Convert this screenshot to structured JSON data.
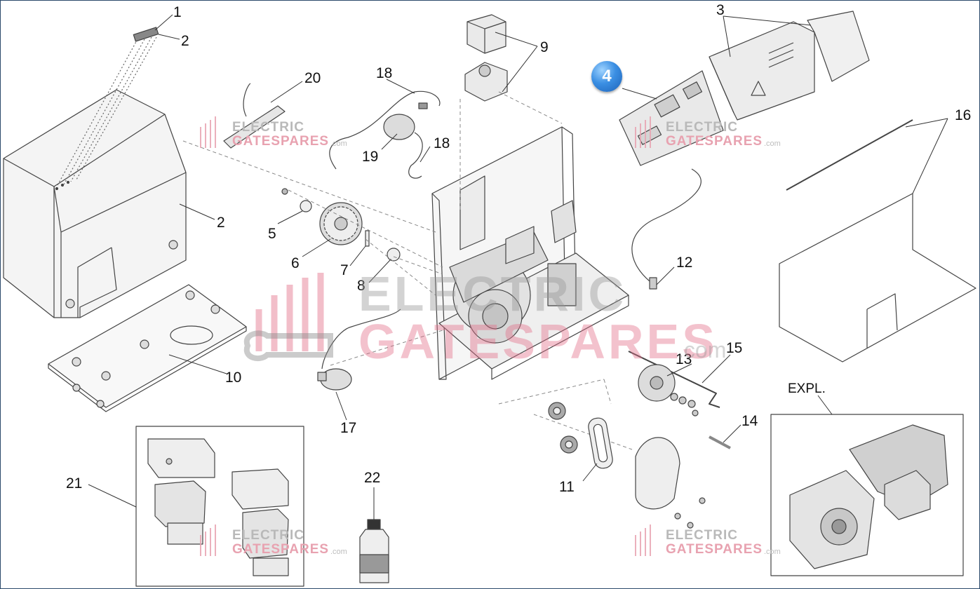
{
  "callouts": {
    "c1": "1",
    "c2a": "2",
    "c2b": "2",
    "c3": "3",
    "c5": "5",
    "c6": "6",
    "c7": "7",
    "c8": "8",
    "c9": "9",
    "c10": "10",
    "c11": "11",
    "c12": "12",
    "c13": "13",
    "c14": "14",
    "c15": "15",
    "c16": "16",
    "c17": "17",
    "c18a": "18",
    "c18b": "18",
    "c19": "19",
    "c20": "20",
    "c21": "21",
    "c22": "22"
  },
  "badge": {
    "label": "4",
    "color": "#3b8fe3"
  },
  "expl_label": "EXPL.",
  "watermark": {
    "line1": "ELECTRIC",
    "line2": "GATESPARES",
    "suffix": ".com",
    "big_line1": "ELECTRIC",
    "big_line2": "GATESPARES",
    "big_suffix": ".com",
    "gray": "#b0b0b0",
    "pink": "#e26e88"
  }
}
